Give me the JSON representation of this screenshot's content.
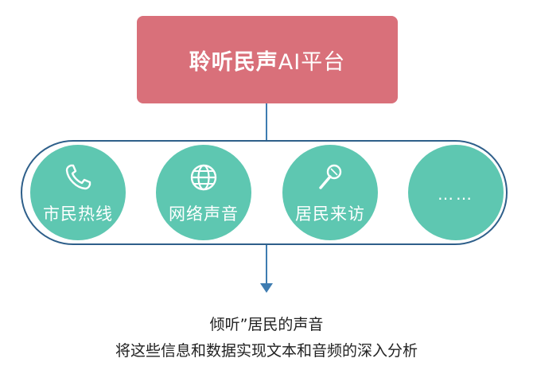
{
  "header": {
    "title_bold": "聆听民声",
    "title_light": "AI平台"
  },
  "sources": [
    {
      "label": "市民热线",
      "icon": "phone-icon"
    },
    {
      "label": "网络声音",
      "icon": "globe-icon"
    },
    {
      "label": "居民来访",
      "icon": "microphone-icon"
    },
    {
      "label": "……",
      "icon": ""
    }
  ],
  "caption": {
    "line1": "倾听”居民的声音",
    "line2": "将这些信息和数据实现文本和音频的深入分析"
  },
  "colors": {
    "title_box": "#D9707A",
    "bubble": "#5EC7B1",
    "track_border": "#2E5F8A",
    "arrow": "#3E7CB1",
    "text": "#222222"
  }
}
